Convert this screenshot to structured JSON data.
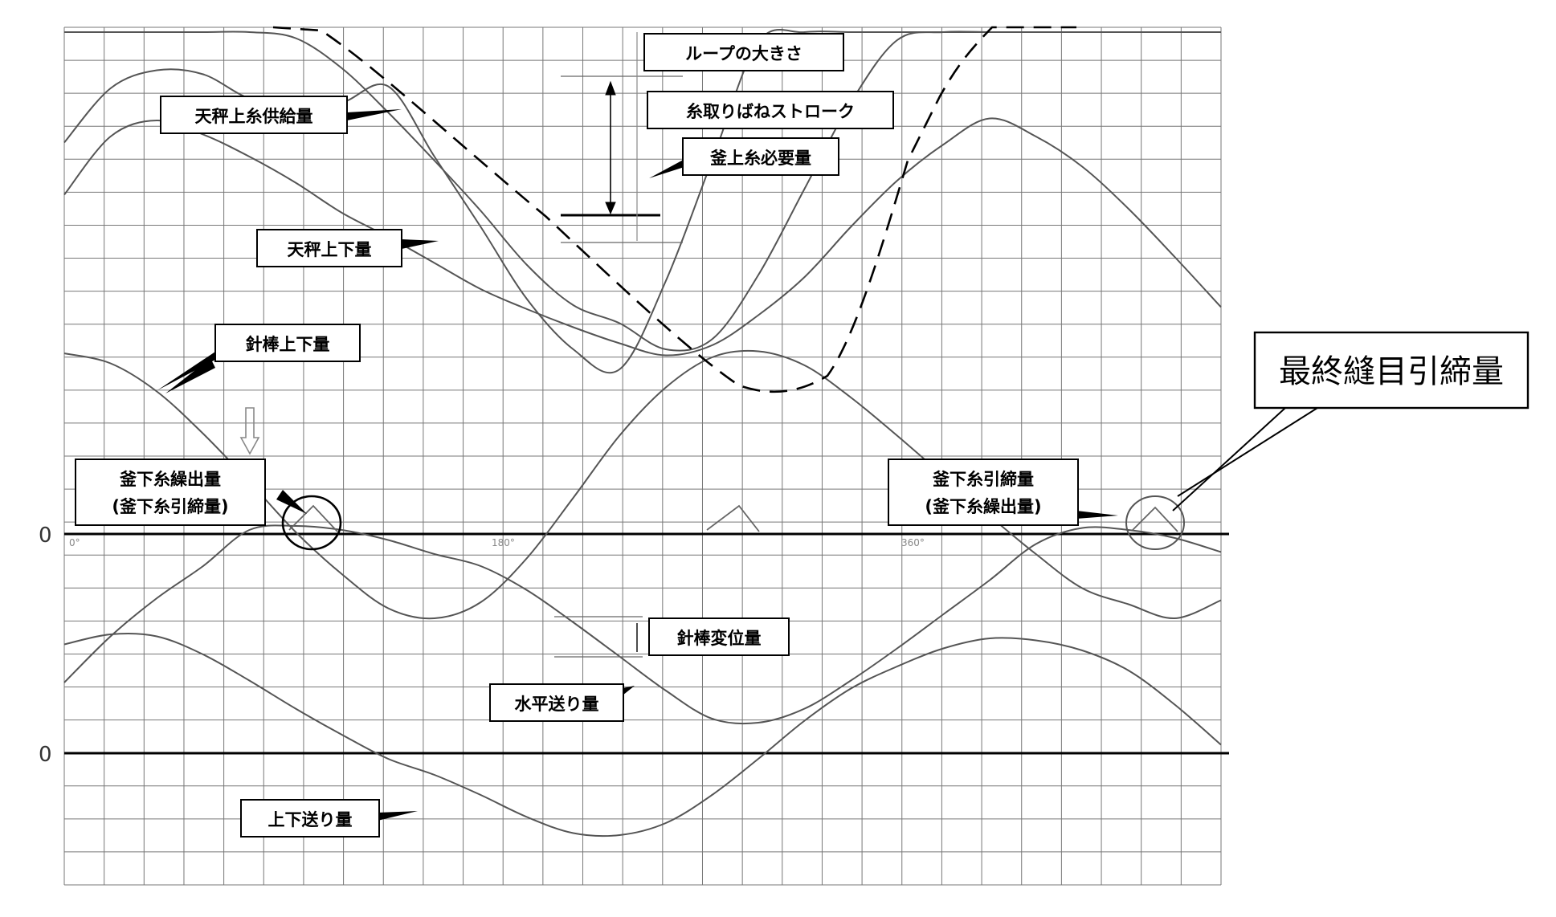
{
  "chart_data": {
    "type": "line",
    "x_tick_labels": [
      "0°",
      "180°",
      "360°"
    ],
    "zero_labels": [
      "0",
      "0"
    ],
    "grid": true,
    "series": [
      {
        "name": "天秤上糸供給量",
        "x": [
          0,
          20,
          40,
          60,
          80,
          100,
          120,
          140,
          160,
          180,
          200,
          220,
          240,
          260,
          280,
          300,
          320,
          340,
          360,
          380,
          400,
          420,
          440,
          460,
          480,
          500
        ],
        "y": [
          19.5,
          22.2,
          23.1,
          22.9,
          21.7,
          21.4,
          21.5,
          22.3,
          18.8,
          15.3,
          11.7,
          9.2,
          8.2,
          12.6,
          18.6,
          24.5,
          25,
          25,
          25,
          25,
          25,
          25,
          25,
          25,
          25,
          25
        ]
      },
      {
        "name": "天秤上下量",
        "x": [
          0,
          20,
          40,
          60,
          80,
          100,
          120,
          140,
          160,
          180,
          200,
          220,
          240,
          260,
          280,
          300,
          320,
          340,
          360,
          380,
          400,
          420,
          440,
          460,
          480,
          500
        ],
        "y": [
          16.9,
          19.8,
          20.6,
          19.9,
          18.8,
          17.5,
          16,
          14.8,
          13.5,
          12.2,
          11.2,
          10.3,
          9.5,
          8.9,
          9.4,
          10.9,
          12.8,
          15.3,
          17.6,
          19.4,
          20.7,
          19.8,
          18.3,
          16.2,
          13.8,
          11.3
        ]
      },
      {
        "name": "釜上糸必要量",
        "x": [
          0,
          20,
          40,
          60,
          80,
          100,
          120,
          140,
          160,
          180,
          200,
          220,
          240,
          260,
          280,
          300,
          320,
          340,
          360,
          380,
          400,
          420,
          440,
          460,
          480,
          500
        ],
        "y": [
          25,
          25,
          25,
          25,
          25,
          24.7,
          23.2,
          21,
          18.6,
          16.1,
          13.4,
          11.4,
          10.5,
          9.2,
          9.7,
          12.9,
          17.2,
          21.5,
          24.6,
          25,
          25,
          25,
          25,
          25,
          25,
          25
        ]
      },
      {
        "name": "針棒上下量",
        "x": [
          0,
          20,
          40,
          60,
          80,
          100,
          120,
          140,
          160,
          180,
          200,
          220,
          240,
          260,
          280,
          300,
          320,
          340,
          360,
          380,
          400,
          420,
          440,
          460,
          480,
          500
        ],
        "y": [
          9,
          8.5,
          7.1,
          5,
          2.6,
          0.1,
          -2,
          -3.7,
          -4.2,
          -3.4,
          -1.2,
          1.8,
          4.9,
          7.3,
          8.8,
          9.1,
          8.4,
          6.8,
          4.9,
          2.9,
          0.9,
          -1,
          -2.7,
          -3.5,
          -4.2,
          -3.3
        ]
      },
      {
        "name": "水平送り量",
        "x": [
          0,
          20,
          40,
          60,
          80,
          100,
          120,
          140,
          160,
          180,
          200,
          220,
          240,
          260,
          280,
          300,
          320,
          340,
          360,
          380,
          400,
          420,
          440,
          460,
          480,
          500
        ],
        "y": [
          -7.4,
          -5.1,
          -3.2,
          -1.6,
          0.2,
          0.4,
          0.2,
          -0.3,
          -1,
          -1.6,
          -2.8,
          -4.4,
          -6.1,
          -7.8,
          -9.2,
          -9.4,
          -8.7,
          -7.3,
          -5.7,
          -4,
          -2.3,
          -0.5,
          0.3,
          0.2,
          -0.2,
          -0.9
        ]
      },
      {
        "name": "上下送り量",
        "x": [
          0,
          20,
          40,
          60,
          80,
          100,
          120,
          140,
          160,
          180,
          200,
          220,
          240,
          260,
          280,
          300,
          320,
          340,
          360,
          380,
          400,
          420,
          440,
          460,
          480,
          500
        ],
        "y": [
          -5.5,
          -5,
          -5.1,
          -6,
          -7.3,
          -8.7,
          -10,
          -11.2,
          -12,
          -13,
          -14.1,
          -14.9,
          -15,
          -14.4,
          -13,
          -11.2,
          -9.3,
          -7.7,
          -6.6,
          -5.7,
          -5.2,
          -5.3,
          -5.8,
          -6.8,
          -8.5,
          -10.5
        ]
      }
    ],
    "labels": {
      "loop_size": "ループの大きさ",
      "tension_spring_stroke": "糸取りばねストローク",
      "hook_upper_thread": "釜上糸必要量",
      "take_up_supply": "天秤上糸供給量",
      "take_up_motion": "天秤上下量",
      "needle_bar_motion": "針棒上下量",
      "bobbin_pay_out_line1": "釜下糸繰出量",
      "bobbin_pay_out_line2": "(釜下糸引締量)",
      "bobbin_tighten_line1": "釜下糸引締量",
      "bobbin_tighten_line2": "(釜下糸繰出量)",
      "needle_bar_displacement": "針棒変位量",
      "horizontal_feed": "水平送り量",
      "vertical_feed": "上下送り量",
      "final_stitch_tightening": "最終縫目引締量"
    }
  }
}
